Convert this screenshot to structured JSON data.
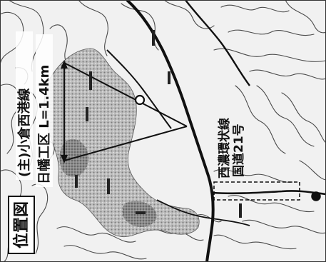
{
  "map": {
    "legend_title": "位置図",
    "route_label": "(主)小倉西港線",
    "section_label": "日幡工区 L=1.4km",
    "national_route_label": "国道21号",
    "bypass_label": "西濃環状線"
  }
}
